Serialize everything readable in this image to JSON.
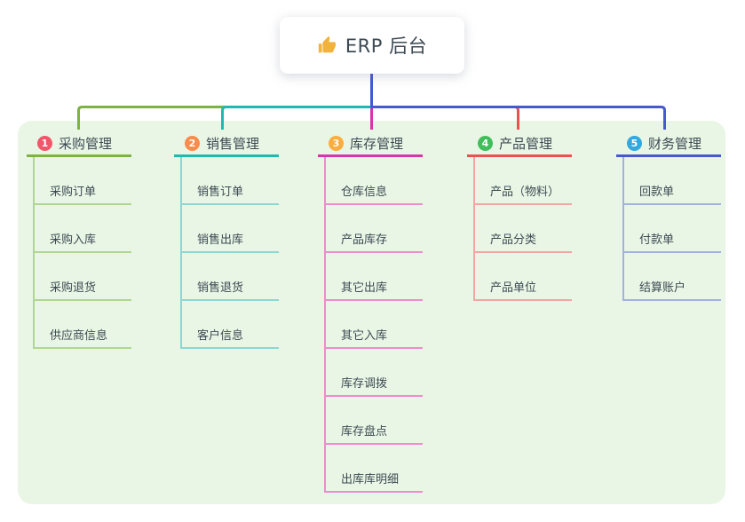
{
  "root": {
    "icon": "thumbs-up",
    "label": "ERP 后台"
  },
  "colors": {
    "text": "#3C4A54",
    "panel_bg": "#EAF6E5",
    "icon_gold": "#F2B23E"
  },
  "connectors": {
    "green": "#7CB342",
    "teal": "#1FB9B1",
    "red": "#ED514E",
    "blue": "#4659CE",
    "magenta": "#D636A8"
  },
  "branches": [
    {
      "badge": "1",
      "title": "采购管理",
      "badge_color": "#F1566B",
      "line_color": "#7CB342",
      "child_line_color": "#AFD792",
      "children": [
        "采购订单",
        "采购入库",
        "采购退货",
        "供应商信息"
      ]
    },
    {
      "badge": "2",
      "title": "销售管理",
      "badge_color": "#FA8C4B",
      "line_color": "#1FB9B1",
      "child_line_color": "#8BD8D3",
      "children": [
        "销售订单",
        "销售出库",
        "销售退货",
        "客户信息"
      ]
    },
    {
      "badge": "3",
      "title": "库存管理",
      "badge_color": "#FBAD3E",
      "line_color": "#D636A8",
      "child_line_color": "#EF8CCB",
      "children": [
        "仓库信息",
        "产品库存",
        "其它出库",
        "其它入库",
        "库存调拨",
        "库存盘点",
        "出库库明细"
      ]
    },
    {
      "badge": "4",
      "title": "产品管理",
      "badge_color": "#3FBE5B",
      "line_color": "#ED514E",
      "child_line_color": "#F6A4A1",
      "children": [
        "产品（物料）",
        "产品分类",
        "产品单位"
      ]
    },
    {
      "badge": "5",
      "title": "财务管理",
      "badge_color": "#31A8DF",
      "line_color": "#4659CE",
      "child_line_color": "#A2B1E3",
      "children": [
        "回款单",
        "付款单",
        "结算账户"
      ]
    }
  ]
}
